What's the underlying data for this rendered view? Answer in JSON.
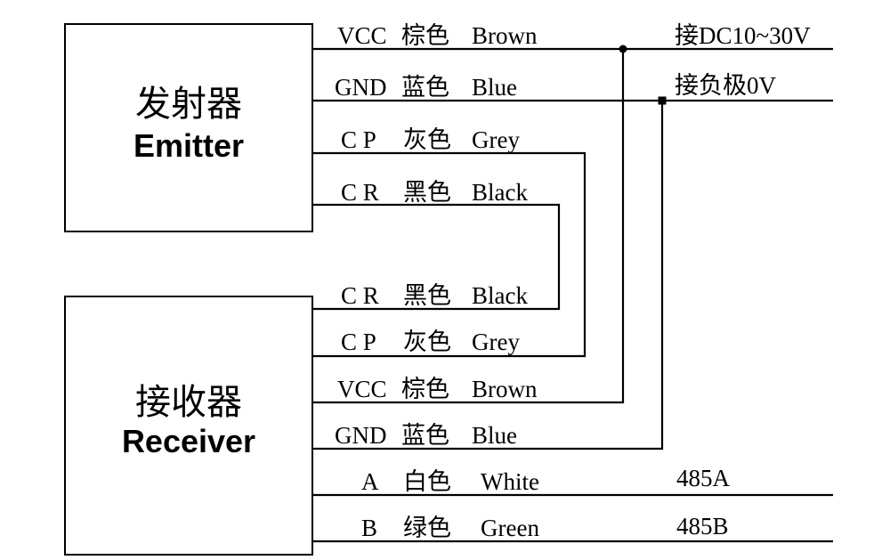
{
  "emitter": {
    "title_cn": "发射器",
    "title_en": "Emitter"
  },
  "receiver": {
    "title_cn": "接收器",
    "title_en": "Receiver"
  },
  "emitter_wires": [
    {
      "code": "VCC",
      "color_cn": "棕色",
      "color_en": "Brown"
    },
    {
      "code": "GND",
      "color_cn": "蓝色",
      "color_en": "Blue"
    },
    {
      "code": "C P",
      "color_cn": "灰色",
      "color_en": "Grey"
    },
    {
      "code": "C R",
      "color_cn": "黑色",
      "color_en": "Black"
    }
  ],
  "receiver_wires": [
    {
      "code": "C R",
      "color_cn": "黑色",
      "color_en": "Black"
    },
    {
      "code": "C P",
      "color_cn": "灰色",
      "color_en": "Grey"
    },
    {
      "code": "VCC",
      "color_cn": "棕色",
      "color_en": "Brown"
    },
    {
      "code": "GND",
      "color_cn": "蓝色",
      "color_en": "Blue"
    },
    {
      "code": "A",
      "color_cn": "白色",
      "color_en": "White"
    },
    {
      "code": "B",
      "color_cn": "绿色",
      "color_en": "Green"
    }
  ],
  "terminals": {
    "vcc": "接DC10~30V",
    "gnd": "接负极0V",
    "a": "485A",
    "b": "485B"
  }
}
